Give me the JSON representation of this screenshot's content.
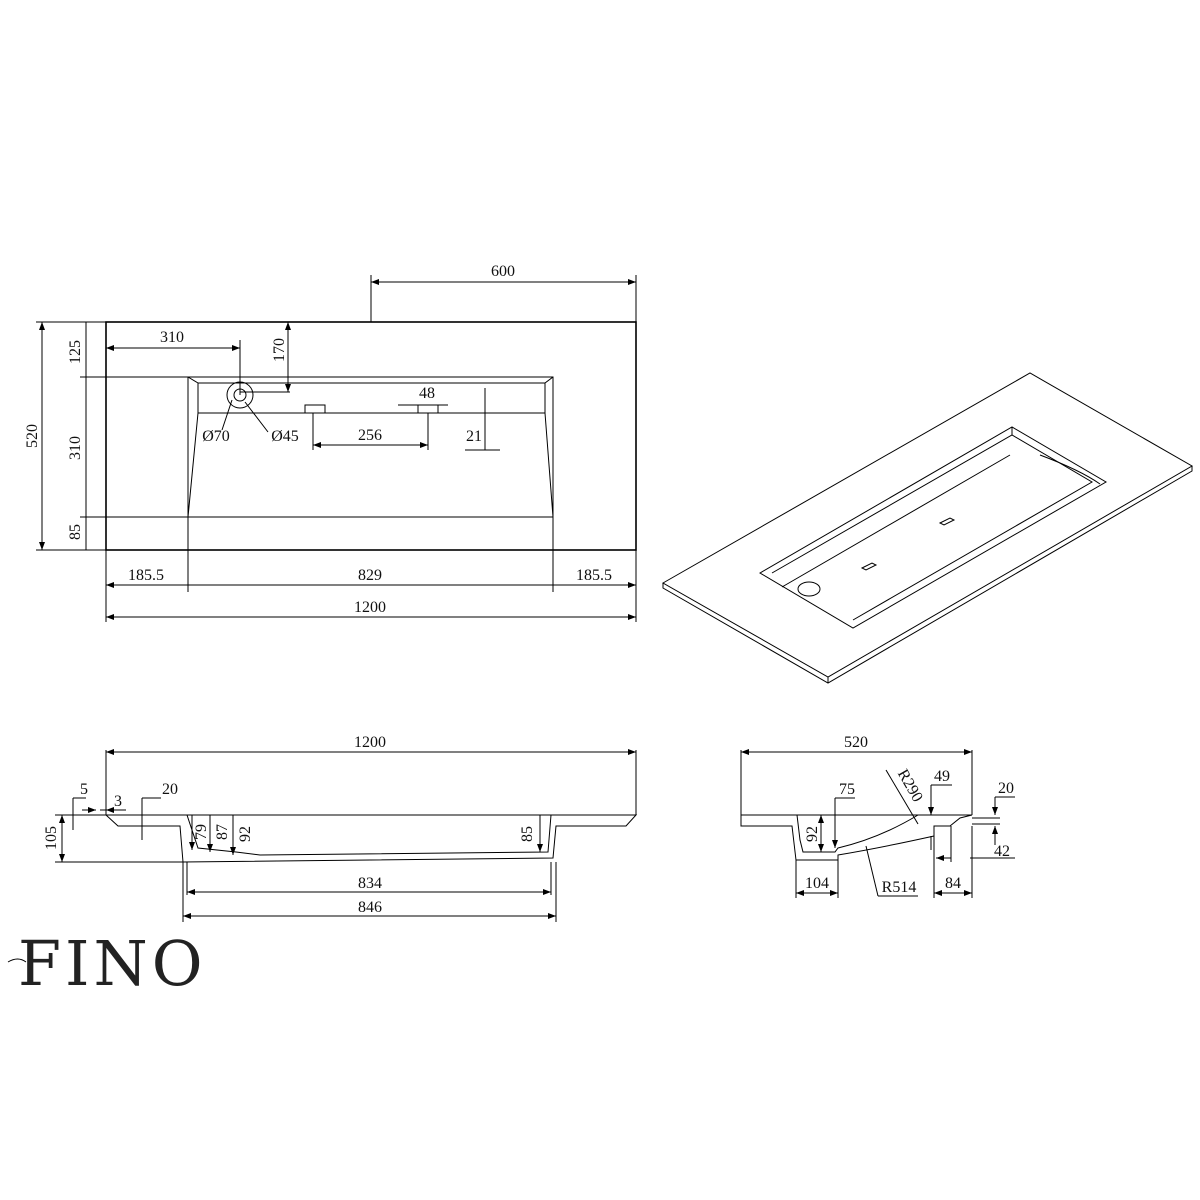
{
  "brand": {
    "logo_text": "FINO"
  },
  "top_view": {
    "dim_600": "600",
    "dim_310_h": "310",
    "dim_170": "170",
    "dim_125": "125",
    "dim_310_v": "310",
    "dim_85": "85",
    "dim_520": "520",
    "dim_48": "48",
    "dim_256": "256",
    "dim_21": "21",
    "dia_70": "Ø70",
    "dia_45": "Ø45",
    "dim_185_left": "185.5",
    "dim_829": "829",
    "dim_185_right": "185.5",
    "dim_1200": "1200"
  },
  "front_section": {
    "dim_1200": "1200",
    "dim_5": "5",
    "dim_3": "3",
    "dim_20": "20",
    "dim_105": "105",
    "dim_79": "79",
    "dim_87": "87",
    "dim_92": "92",
    "dim_85": "85",
    "dim_834": "834",
    "dim_846": "846"
  },
  "side_section": {
    "dim_520": "520",
    "radius_290": "R290",
    "dim_49": "49",
    "dim_75": "75",
    "dim_20": "20",
    "dim_92": "92",
    "dim_42": "42",
    "dim_104": "104",
    "radius_514": "R514",
    "dim_84": "84"
  }
}
